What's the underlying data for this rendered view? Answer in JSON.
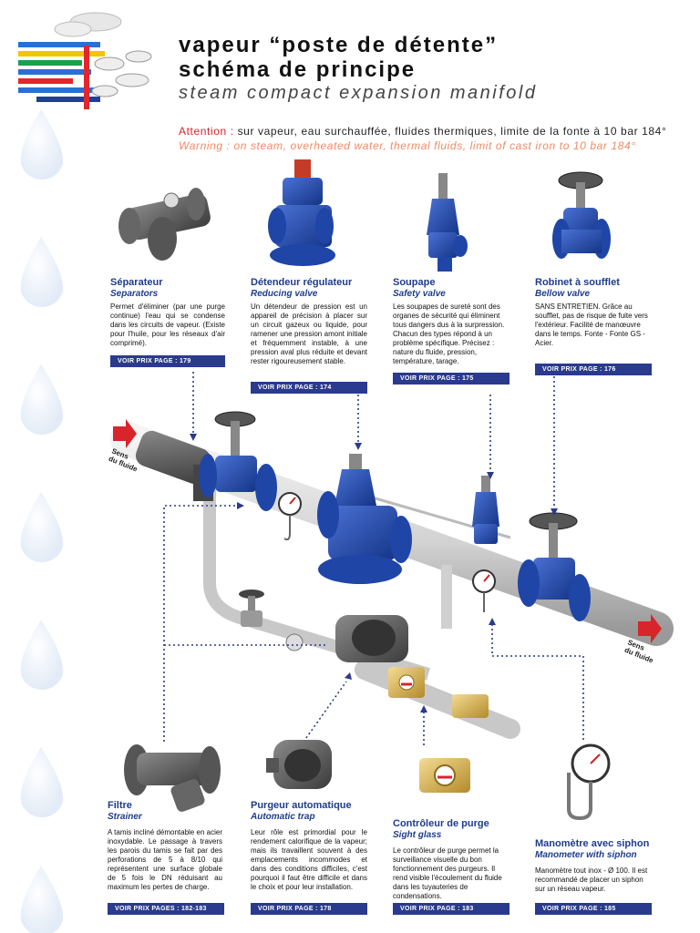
{
  "header": {
    "title_line1": "vapeur “poste de détente”",
    "title_line2": "schéma de principe",
    "subtitle": "steam compact expansion manifold"
  },
  "notice": {
    "attention_label": "Attention :",
    "attention_text": " sur vapeur, eau surchauffée, fluides thermiques, limite de la fonte à 10 bar 184°",
    "warning_label": "Warning :",
    "warning_text": " on steam, overheated water, thermal fluids, limit of cast iron to 10 bar 184°"
  },
  "flow": {
    "inlet_line1": "Sens",
    "inlet_line2": "du fluide",
    "outlet_line1": "Sens",
    "outlet_line2": "du fluide"
  },
  "products": {
    "separateur": {
      "name": "Séparateur",
      "name_en": "Separators",
      "description": "Permet d'éliminer (par une purge continue) l'eau qui se condense dans les circuits de vapeur. (Existe pour l'huile, pour les réseaux d'air comprimé).",
      "price": "VOIR PRIX PAGE : 179"
    },
    "detendeur": {
      "name": "Détendeur régulateur",
      "name_en": "Reducing valve",
      "description": "Un détendeur de pression est un appareil de précision à placer sur un circuit gazeux ou liquide, pour ramener une pression amont initiale et fréquemment instable, à une pression aval plus réduite et devant rester rigoureusement stable.",
      "price": "VOIR PRIX PAGE : 174"
    },
    "soupape": {
      "name": "Soupape",
      "name_en": "Safety valve",
      "description": "Les soupapes de sureté sont des organes de sécurité qui éliminent tous dangers dus à la surpression. Chacun des types répond à un problème spécifique. Précisez : nature du fluide, pression, température, tarage.",
      "price": "VOIR PRIX PAGE : 175"
    },
    "robinet": {
      "name": "Robinet à soufflet",
      "name_en": "Bellow valve",
      "description": "SANS ENTRETIEN. Grâce au soufflet, pas de risque de fuite vers l'extérieur. Facilité de manœuvre dans le temps. Fonte - Fonte GS - Acier.",
      "price": "VOIR PRIX PAGE : 176"
    },
    "filtre": {
      "name": "Filtre",
      "name_en": "Strainer",
      "description": "A tamis incliné démontable en acier inoxydable. Le passage à travers les parois du tamis se fait par des perforations de 5 à 8/10 qui représentent une surface globale de 5 fois le DN réduisant au maximum les pertes de charge.",
      "price": "VOIR PRIX PAGES : 182-183"
    },
    "purgeur": {
      "name": "Purgeur automatique",
      "name_en": "Automatic trap",
      "description": "Leur rôle est primordial pour le rendement calorifique de la vapeur; mais ils travaillent souvent à des emplacements incommodes et dans des conditions difficiles, c'est pourquoi il faut être difficile et dans le choix et pour leur installation.",
      "price": "VOIR PRIX PAGE : 178"
    },
    "controleur": {
      "name": "Contrôleur de purge",
      "name_en": "Sight glass",
      "description": "Le contrôleur de purge permet la surveillance visuelle du bon fonctionnement des purgeurs. Il rend visible l'écoulement du fluide dans les tuyauteries de condensations.",
      "price": "VOIR PRIX PAGE : 183"
    },
    "manometre": {
      "name": "Manomètre avec siphon",
      "name_en": "Manometer with siphon",
      "description": "Manomètre tout inox - Ø 100. Il est recommandé de placer un siphon sur un réseau vapeur.",
      "price": "VOIR PRIX PAGE : 185"
    }
  },
  "colors": {
    "brand_blue": "#2a3a8c",
    "valve_blue": "#1f45a6",
    "attention_red": "#d8242b",
    "warning_orange": "#f08a64",
    "pipe_grey": "#c8c8c8"
  }
}
